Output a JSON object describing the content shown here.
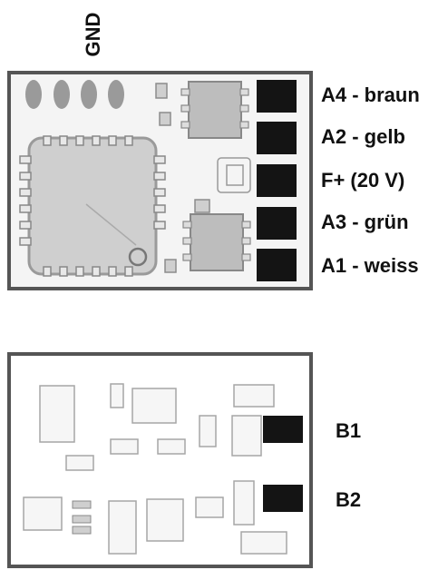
{
  "top_board": {
    "gnd_label": "GND",
    "pads": [
      {
        "label": "A4 - braun"
      },
      {
        "label": "A2 - gelb"
      },
      {
        "label": "F+ (20 V)"
      },
      {
        "label": "A3 - grün"
      },
      {
        "label": "A1 - weiss"
      }
    ]
  },
  "bottom_board": {
    "pads": [
      {
        "label": "B1"
      },
      {
        "label": "B2"
      }
    ]
  },
  "colors": {
    "board_outline": "#555555",
    "board_fill": "#f4f4f4",
    "pad_fill": "#141414",
    "gnd_pad": "#9a9a9a",
    "component_fill": "#cfcfcf",
    "component_edge": "#8c8c8c"
  }
}
